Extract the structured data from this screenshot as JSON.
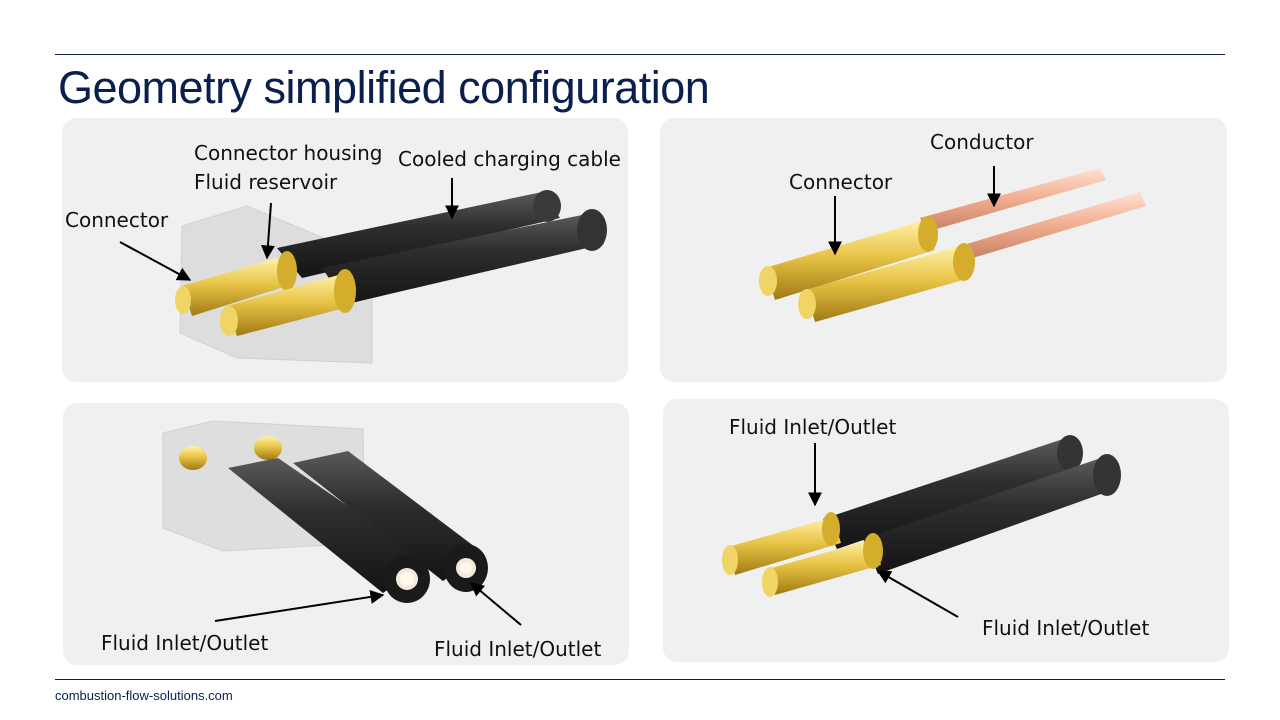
{
  "slide": {
    "title": "Geometry simplified configuration",
    "footer": "combustion-flow-solutions.com"
  },
  "panels": {
    "top_left": {
      "connector": "Connector",
      "connector_housing": "Connector housing",
      "fluid_reservoir": "Fluid reservoir",
      "cooled_cable": "Cooled charging cable"
    },
    "top_right": {
      "conductor": "Conductor",
      "connector": "Connector"
    },
    "bottom_left": {
      "fluid_left": "Fluid Inlet/Outlet",
      "fluid_right": "Fluid Inlet/Outlet"
    },
    "bottom_right": {
      "fluid_top": "Fluid Inlet/Outlet",
      "fluid_bottom": "Fluid Inlet/Outlet"
    }
  },
  "colors": {
    "title": "#0a1f4d",
    "panel_bg": "#f0f0f0",
    "gold": "#e6c24a",
    "cable": "#2b2b2b",
    "copper": "#f2b49a"
  }
}
